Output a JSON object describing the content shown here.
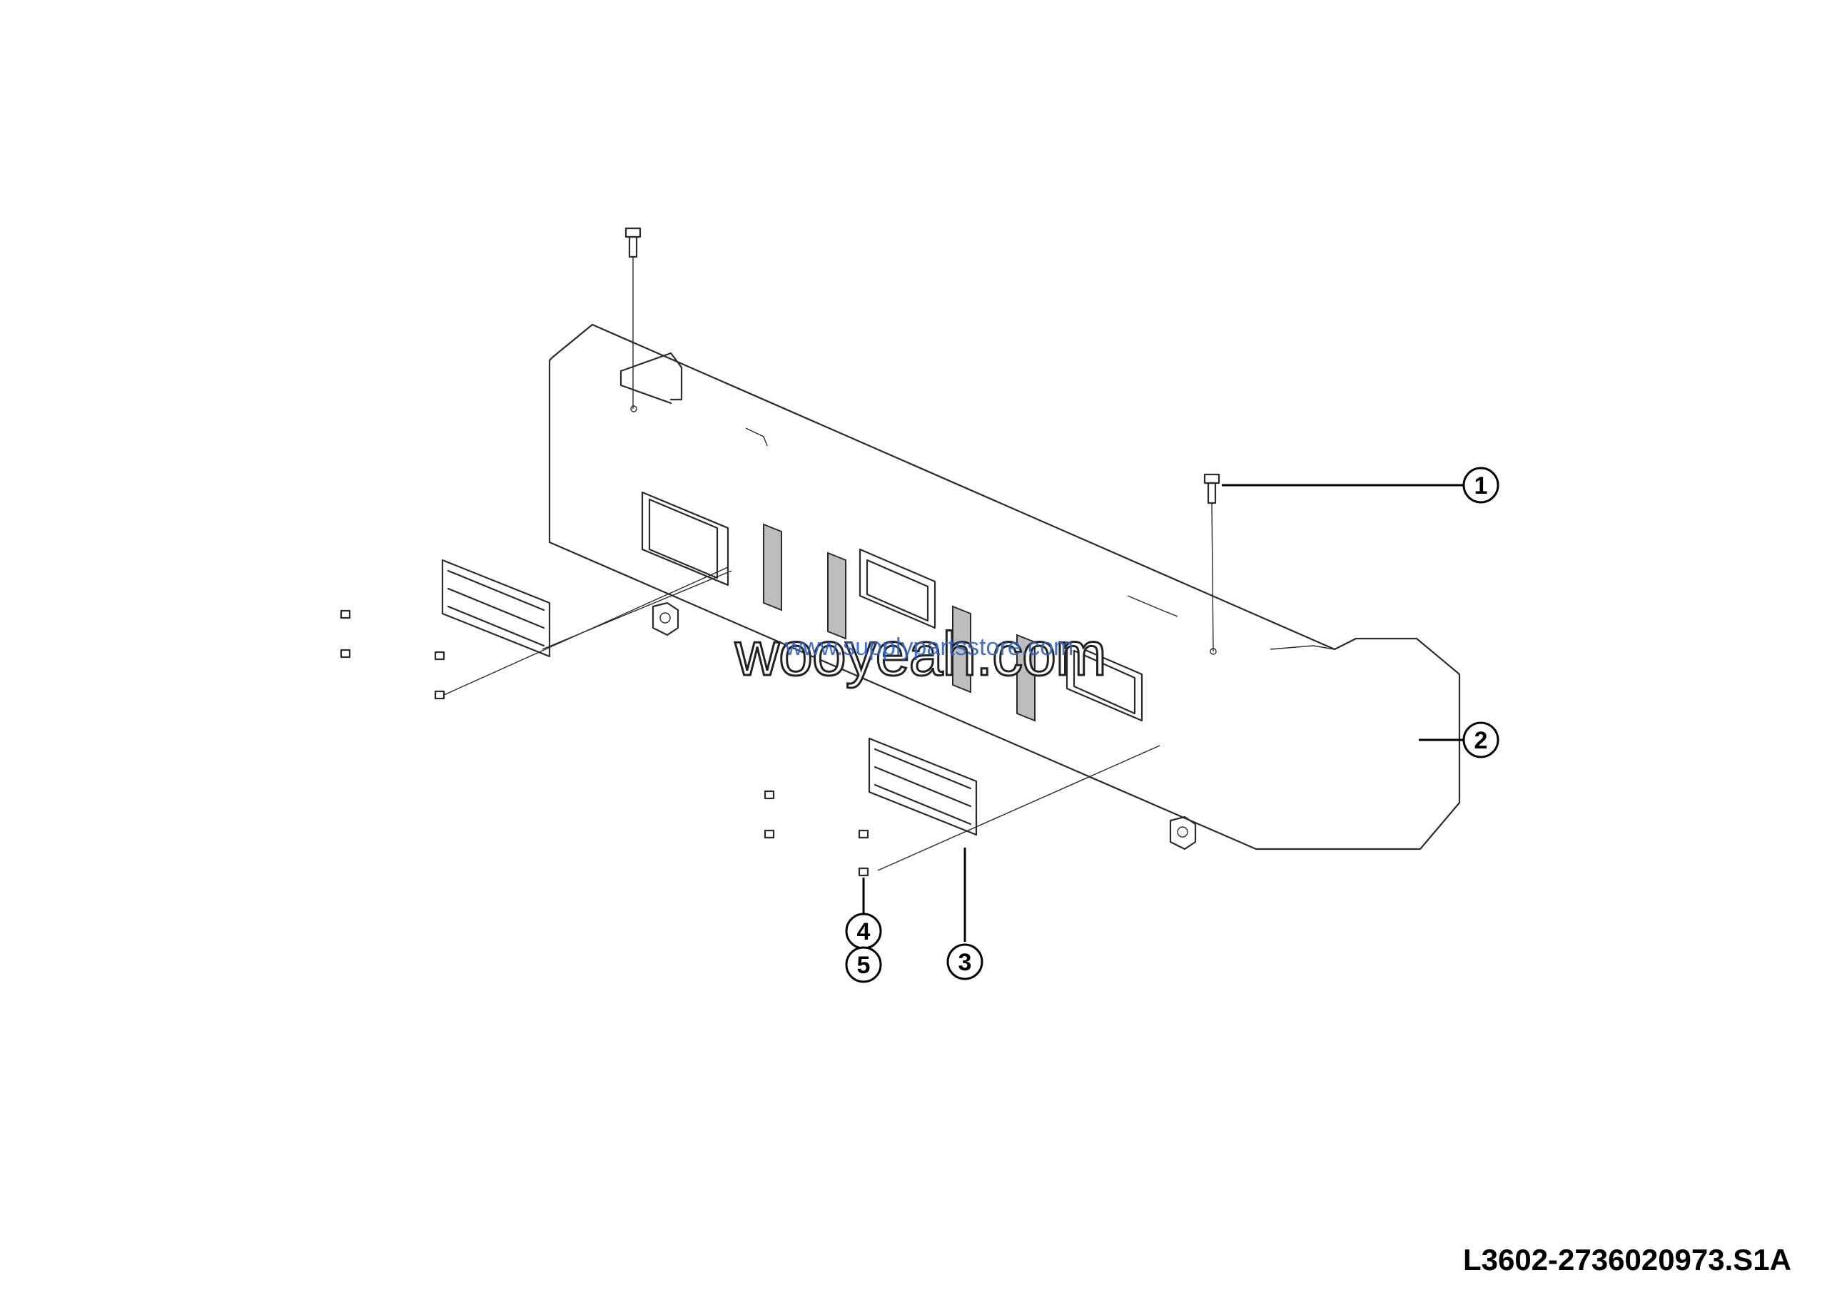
{
  "drawing_code": "L3602-2736020973.S1A",
  "watermark": {
    "main": "wooyeah.com",
    "sub": "www.supplypartsstore.com"
  },
  "callouts": [
    {
      "id": "callout-1",
      "label": "1"
    },
    {
      "id": "callout-2",
      "label": "2"
    },
    {
      "id": "callout-3",
      "label": "3"
    },
    {
      "id": "callout-4",
      "label": "4"
    },
    {
      "id": "callout-5",
      "label": "5"
    }
  ]
}
